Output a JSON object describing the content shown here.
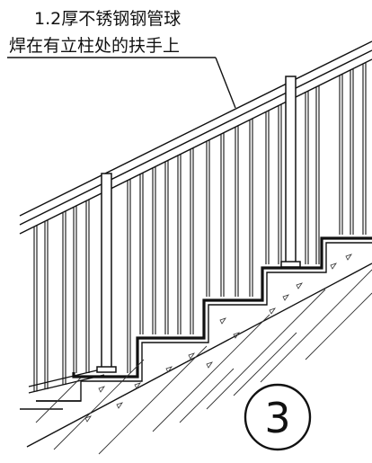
{
  "annotation": {
    "line1": "1.2厚不锈钢钢管球",
    "line2": "焊在有立柱处的扶手上"
  },
  "detail_number": "3"
}
